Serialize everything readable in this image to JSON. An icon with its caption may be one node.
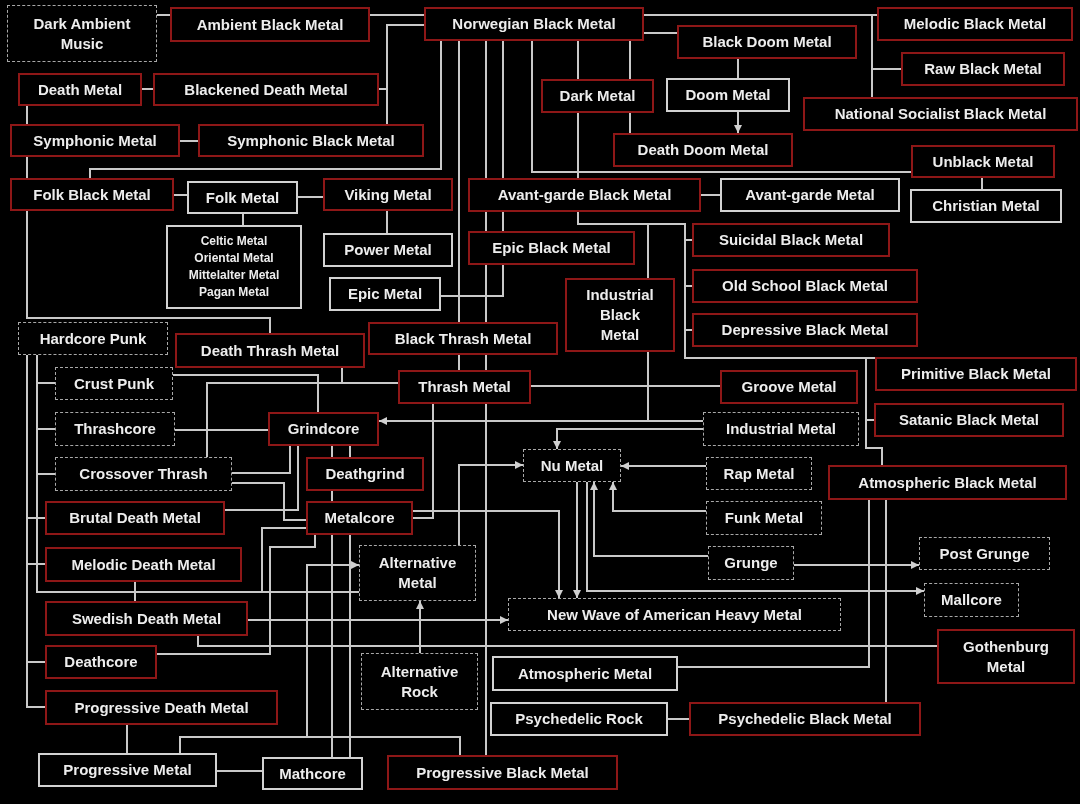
{
  "diagram": {
    "nodes": [
      {
        "text": [
          "Dark Ambient Music"
        ]
      },
      {
        "text": [
          "Ambient Black Metal"
        ]
      },
      {
        "text": [
          "Norwegian Black Metal"
        ]
      },
      {
        "text": [
          "Melodic Black Metal"
        ]
      },
      {
        "text": [
          "Black Doom Metal"
        ]
      },
      {
        "text": [
          "Death Metal"
        ]
      },
      {
        "text": [
          "Blackened Death Metal"
        ]
      },
      {
        "text": [
          "Raw Black Metal"
        ]
      },
      {
        "text": [
          "Dark Metal"
        ]
      },
      {
        "text": [
          "Doom Metal"
        ]
      },
      {
        "text": [
          "National Socialist Black Metal"
        ]
      },
      {
        "text": [
          "Symphonic Metal"
        ]
      },
      {
        "text": [
          "Symphonic Black Metal"
        ]
      },
      {
        "text": [
          "Death Doom Metal"
        ]
      },
      {
        "text": [
          "Unblack Metal"
        ]
      },
      {
        "text": [
          "Folk Black Metal"
        ]
      },
      {
        "text": [
          "Folk Metal"
        ]
      },
      {
        "text": [
          "Viking Metal"
        ]
      },
      {
        "text": [
          "Avant-garde Black Metal"
        ]
      },
      {
        "text": [
          "Avant-garde Metal"
        ]
      },
      {
        "text": [
          "Christian Metal"
        ]
      },
      {
        "text": [
          "Celtic Metal",
          "Oriental Metal",
          "Mittelalter Metal",
          "Pagan Metal"
        ]
      },
      {
        "text": [
          "Power Metal"
        ]
      },
      {
        "text": [
          "Epic Black Metal"
        ]
      },
      {
        "text": [
          "Suicidal Black Metal"
        ]
      },
      {
        "text": [
          "Epic Metal"
        ]
      },
      {
        "text": [
          "Industrial Black Metal"
        ]
      },
      {
        "text": [
          "Old School Black Metal"
        ]
      },
      {
        "text": [
          "Hardcore Punk"
        ]
      },
      {
        "text": [
          "Depressive Black Metal"
        ]
      },
      {
        "text": [
          "Black Thrash Metal"
        ]
      },
      {
        "text": [
          "Death Thrash Metal"
        ]
      },
      {
        "text": [
          "Crust Punk"
        ]
      },
      {
        "text": [
          "Thrash Metal"
        ]
      },
      {
        "text": [
          "Groove Metal"
        ]
      },
      {
        "text": [
          "Primitive Black Metal"
        ]
      },
      {
        "text": [
          "Thrashcore"
        ]
      },
      {
        "text": [
          "Grindcore"
        ]
      },
      {
        "text": [
          "Industrial Metal"
        ]
      },
      {
        "text": [
          "Satanic Black Metal"
        ]
      },
      {
        "text": [
          "Crossover Thrash"
        ]
      },
      {
        "text": [
          "Deathgrind"
        ]
      },
      {
        "text": [
          "Nu Metal"
        ]
      },
      {
        "text": [
          "Rap Metal"
        ]
      },
      {
        "text": [
          "Atmospheric Black Metal"
        ]
      },
      {
        "text": [
          "Brutal Death Metal"
        ]
      },
      {
        "text": [
          "Metalcore"
        ]
      },
      {
        "text": [
          "Funk Metal"
        ]
      },
      {
        "text": [
          "Melodic Death Metal"
        ]
      },
      {
        "text": [
          "Alternative Metal"
        ]
      },
      {
        "text": [
          "Grunge"
        ]
      },
      {
        "text": [
          "Post Grunge"
        ]
      },
      {
        "text": [
          "New Wave of American Heavy Metal"
        ]
      },
      {
        "text": [
          "Mallcore"
        ]
      },
      {
        "text": [
          "Swedish Death Metal"
        ]
      },
      {
        "text": [
          "Gothenburg Metal"
        ]
      },
      {
        "text": [
          "Deathcore"
        ]
      },
      {
        "text": [
          "Alternative Rock"
        ]
      },
      {
        "text": [
          "Atmospheric Metal"
        ]
      },
      {
        "text": [
          "Psychedelic Rock"
        ]
      },
      {
        "text": [
          "Psychedelic Black Metal"
        ]
      },
      {
        "text": [
          "Progressive Death Metal"
        ]
      },
      {
        "text": [
          "Progressive Metal"
        ]
      },
      {
        "text": [
          "Mathcore"
        ]
      },
      {
        "text": [
          "Progressive Black Metal"
        ]
      }
    ],
    "edges": [
      {
        "from": 0,
        "to": 1,
        "arrow": "none"
      },
      {
        "from": 1,
        "to": 2,
        "arrow": "none"
      },
      {
        "from": 2,
        "to": 6,
        "arrow": "none"
      },
      {
        "from": 2,
        "to": 12,
        "arrow": "none"
      },
      {
        "from": 5,
        "to": 6,
        "arrow": "none"
      },
      {
        "from": 5,
        "to": 11,
        "arrow": "none"
      },
      {
        "from": 11,
        "to": 12,
        "arrow": "none"
      },
      {
        "from": 11,
        "to": 15,
        "arrow": "none"
      },
      {
        "from": 15,
        "to": 16,
        "arrow": "none"
      },
      {
        "from": 16,
        "to": 17,
        "arrow": "none"
      },
      {
        "from": 16,
        "to": 21,
        "arrow": "none"
      },
      {
        "from": 17,
        "to": 22,
        "arrow": "none"
      },
      {
        "from": 2,
        "to": 15,
        "arrow": "none"
      },
      {
        "from": 2,
        "to": 3,
        "arrow": "none"
      },
      {
        "from": 2,
        "to": 7,
        "arrow": "none"
      },
      {
        "from": 2,
        "to": 10,
        "arrow": "none"
      },
      {
        "from": 2,
        "to": 4,
        "arrow": "none"
      },
      {
        "from": 4,
        "to": 9,
        "arrow": "none"
      },
      {
        "from": 9,
        "to": 13,
        "arrow": "to"
      },
      {
        "from": 2,
        "to": 8,
        "arrow": "none"
      },
      {
        "from": 2,
        "to": 8,
        "arrow": "none"
      },
      {
        "from": 8,
        "to": 13,
        "arrow": "none"
      },
      {
        "from": 8,
        "to": 18,
        "arrow": "none"
      },
      {
        "from": 2,
        "to": 14,
        "arrow": "none"
      },
      {
        "from": 2,
        "to": 30,
        "arrow": "none"
      },
      {
        "from": 2,
        "to": 18,
        "arrow": "none"
      },
      {
        "from": 2,
        "to": 18,
        "arrow": "none"
      },
      {
        "from": 18,
        "to": 23,
        "arrow": "none"
      },
      {
        "from": 18,
        "to": 23,
        "arrow": "none"
      },
      {
        "from": 23,
        "to": 25,
        "arrow": "none"
      },
      {
        "from": 23,
        "to": 30,
        "arrow": "none"
      },
      {
        "from": 30,
        "to": 33,
        "arrow": "none"
      },
      {
        "from": 30,
        "to": 33,
        "arrow": "none"
      },
      {
        "from": 33,
        "to": 64,
        "arrow": "none"
      },
      {
        "from": 18,
        "to": 19,
        "arrow": "none"
      },
      {
        "from": 14,
        "to": 20,
        "arrow": "none"
      },
      {
        "from": 18,
        "to": 26,
        "arrow": "none"
      },
      {
        "from": 18,
        "to": 24,
        "arrow": "none"
      },
      {
        "from": 18,
        "to": 27,
        "arrow": "none"
      },
      {
        "from": 18,
        "to": 29,
        "arrow": "none"
      },
      {
        "from": 18,
        "to": 35,
        "arrow": "none"
      },
      {
        "from": 18,
        "to": 39,
        "arrow": "none"
      },
      {
        "from": 18,
        "to": 44,
        "arrow": "none"
      },
      {
        "from": 44,
        "to": 58,
        "arrow": "none"
      },
      {
        "from": 44,
        "to": 60,
        "arrow": "none"
      },
      {
        "from": 33,
        "to": 34,
        "arrow": "none"
      },
      {
        "from": 26,
        "to": 38,
        "arrow": "none"
      },
      {
        "from": 38,
        "to": 37,
        "arrow": "to"
      },
      {
        "from": 38,
        "to": 42,
        "arrow": "to"
      },
      {
        "from": 43,
        "to": 42,
        "arrow": "to"
      },
      {
        "from": 47,
        "to": 42,
        "arrow": "to"
      },
      {
        "from": 50,
        "to": 42,
        "arrow": "to"
      },
      {
        "from": 50,
        "to": 51,
        "arrow": "to"
      },
      {
        "from": 42,
        "to": 52,
        "arrow": "to"
      },
      {
        "from": 42,
        "to": 53,
        "arrow": "to"
      },
      {
        "from": 46,
        "to": 52,
        "arrow": "to"
      },
      {
        "from": 33,
        "to": 46,
        "arrow": "none"
      },
      {
        "from": 49,
        "to": 42,
        "arrow": "to"
      },
      {
        "from": 31,
        "to": 33,
        "arrow": "none"
      },
      {
        "from": 32,
        "to": 37,
        "arrow": "none"
      },
      {
        "from": 33,
        "to": 40,
        "arrow": "none"
      },
      {
        "from": 36,
        "to": 37,
        "arrow": "none"
      },
      {
        "from": 40,
        "to": 37,
        "arrow": "none"
      },
      {
        "from": 40,
        "to": 46,
        "arrow": "none"
      },
      {
        "from": 45,
        "to": 37,
        "arrow": "none"
      },
      {
        "from": 37,
        "to": 41,
        "arrow": "none"
      },
      {
        "from": 37,
        "to": 41,
        "arrow": "none"
      },
      {
        "from": 41,
        "to": 46,
        "arrow": "none"
      },
      {
        "from": 46,
        "to": 63,
        "arrow": "none"
      },
      {
        "from": 46,
        "to": 63,
        "arrow": "none"
      },
      {
        "from": 46,
        "to": 56,
        "arrow": "none"
      },
      {
        "from": 28,
        "to": 32,
        "arrow": "none"
      },
      {
        "from": 28,
        "to": 36,
        "arrow": "none"
      },
      {
        "from": 28,
        "to": 40,
        "arrow": "none"
      },
      {
        "from": 28,
        "to": 49,
        "arrow": "none"
      },
      {
        "from": 28,
        "to": 46,
        "arrow": "none"
      },
      {
        "from": 28,
        "to": 45,
        "arrow": "none"
      },
      {
        "from": 28,
        "to": 48,
        "arrow": "none"
      },
      {
        "from": 28,
        "to": 56,
        "arrow": "none"
      },
      {
        "from": 28,
        "to": 61,
        "arrow": "none"
      },
      {
        "from": 15,
        "to": 31,
        "arrow": "none"
      },
      {
        "from": 48,
        "to": 54,
        "arrow": "none"
      },
      {
        "from": 54,
        "to": 52,
        "arrow": "to"
      },
      {
        "from": 54,
        "to": 55,
        "arrow": "none"
      },
      {
        "from": 57,
        "to": 49,
        "arrow": "to"
      },
      {
        "from": 61,
        "to": 62,
        "arrow": "none"
      },
      {
        "from": 62,
        "to": 63,
        "arrow": "none"
      },
      {
        "from": 62,
        "to": 49,
        "arrow": "to"
      },
      {
        "from": 62,
        "to": 64,
        "arrow": "none"
      },
      {
        "from": 59,
        "to": 60,
        "arrow": "none"
      }
    ]
  }
}
